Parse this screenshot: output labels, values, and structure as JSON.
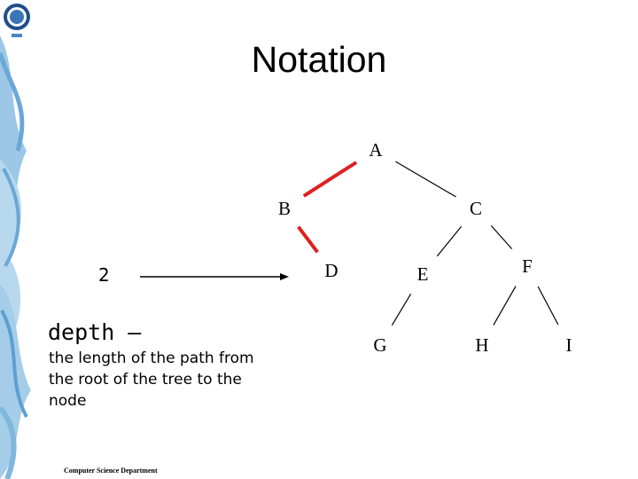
{
  "slide": {
    "title": "Notation",
    "depth_value": "2",
    "depth_heading": "depth –",
    "depth_description": "the length  of the path from the root of the tree to the node",
    "footer": "Computer Science Department"
  },
  "tree": {
    "nodes": [
      "A",
      "B",
      "C",
      "D",
      "E",
      "F",
      "G",
      "H",
      "I"
    ],
    "edges": [
      [
        "A",
        "B"
      ],
      [
        "A",
        "C"
      ],
      [
        "B",
        "D"
      ],
      [
        "C",
        "E"
      ],
      [
        "C",
        "F"
      ],
      [
        "E",
        "G"
      ],
      [
        "F",
        "H"
      ],
      [
        "F",
        "I"
      ]
    ],
    "highlighted_edges": [
      [
        "A",
        "B"
      ],
      [
        "B",
        "D"
      ]
    ]
  },
  "colors": {
    "highlight_edge": "#e02020",
    "edge": "#000000",
    "decor_band": "#7fb7dd"
  }
}
